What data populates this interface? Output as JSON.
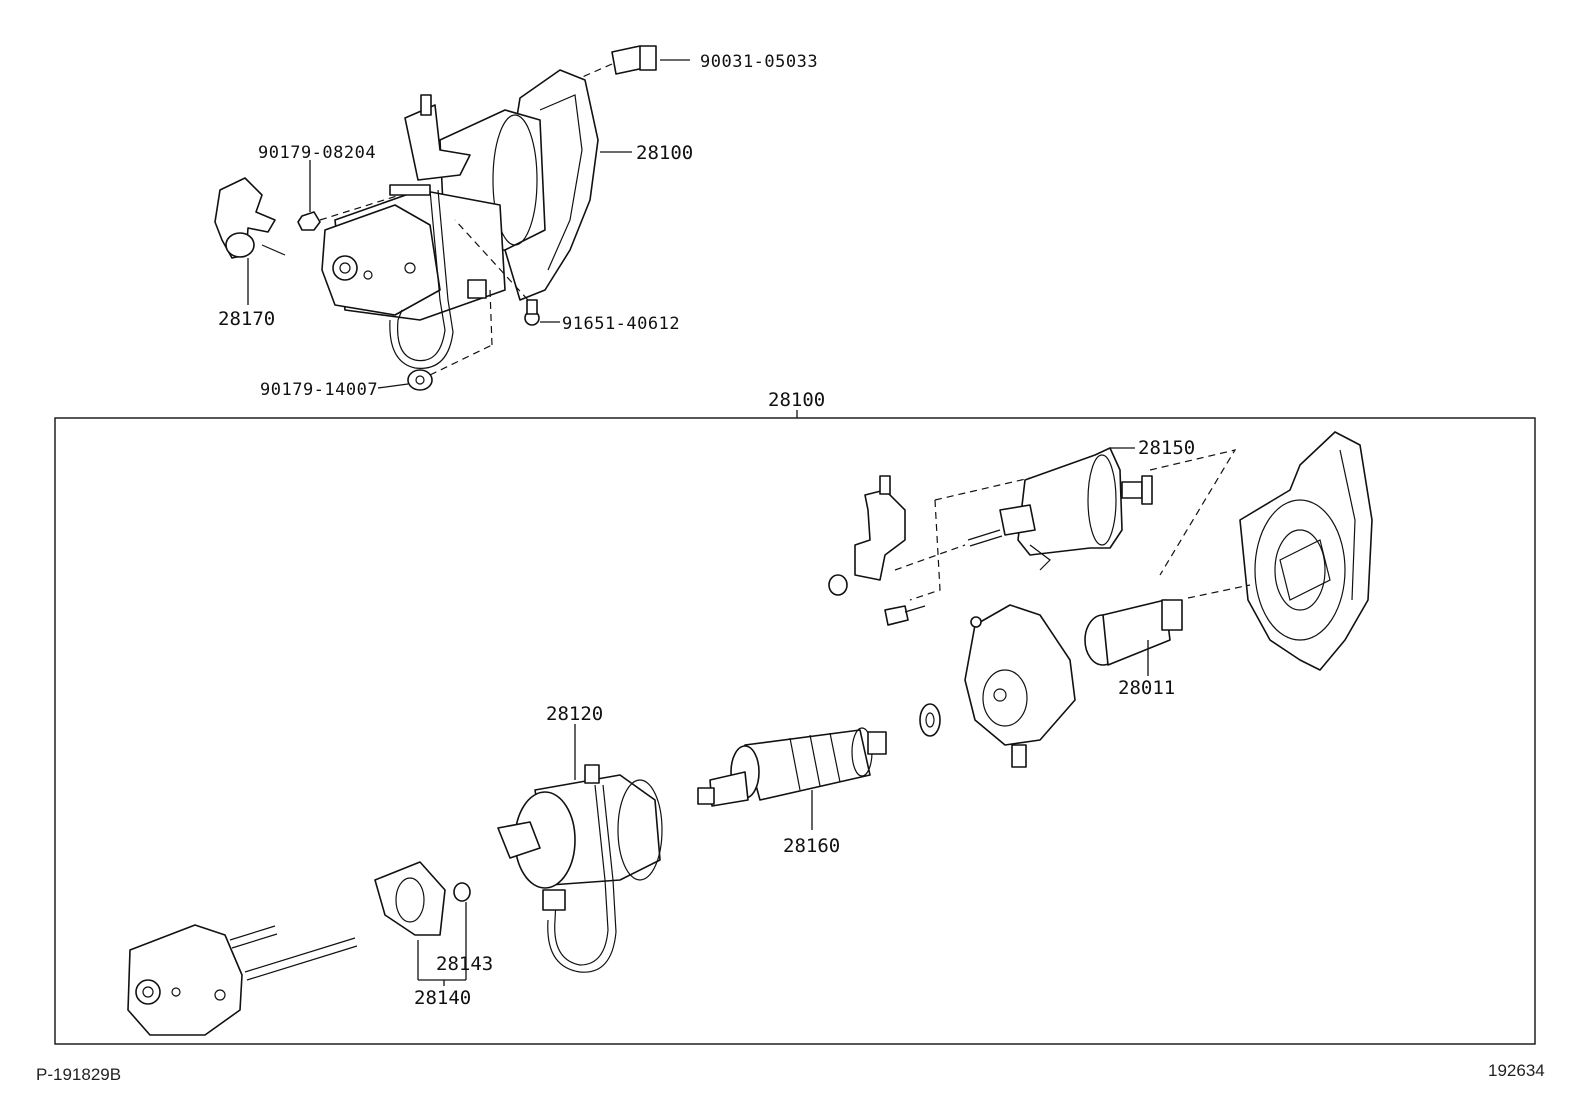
{
  "upper": {
    "labels": {
      "bolt_top": "90031-05033",
      "starter_assy": "28100",
      "nut_terminal": "90179-08204",
      "cover": "28170",
      "screw": "91651-40612",
      "nut_bottom": "90179-14007"
    }
  },
  "lower": {
    "assembly_label": "28100",
    "labels": {
      "switch": "28150",
      "clutch": "28011",
      "yoke": "28120",
      "armature": "28160",
      "brush_spring": "28143",
      "brush_holder": "28140"
    }
  },
  "footer": {
    "left_ref": "P-191829B",
    "right_ref": "192634"
  }
}
